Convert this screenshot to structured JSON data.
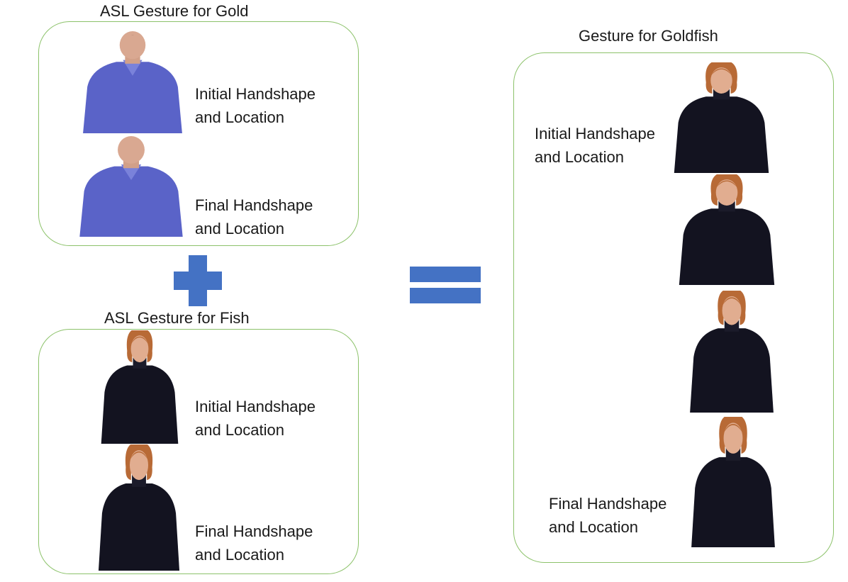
{
  "gold": {
    "title": "ASL Gesture for Gold",
    "initial": {
      "line1": "Initial Handshape",
      "line2": "and Location"
    },
    "final": {
      "line1": "Final Handshape",
      "line2": "and Location"
    }
  },
  "fish": {
    "title": "ASL Gesture for Fish",
    "initial": {
      "line1": "Initial Handshape",
      "line2": "and Location"
    },
    "final": {
      "line1": "Final Handshape",
      "line2": "and Location"
    }
  },
  "goldfish": {
    "title": "Gesture for Goldfish",
    "initial": {
      "line1": "Initial Handshape",
      "line2": "and Location"
    },
    "final": {
      "line1": "Final Handshape",
      "line2": "and Location"
    }
  },
  "operators": {
    "plus": "plus-sign",
    "equals": "equals-sign"
  },
  "colors": {
    "panel_border": "#8cc26a",
    "operator": "#4472c4",
    "man_shirt": "#5a63c8",
    "woman_top": "#131320",
    "hair": "#b86a36",
    "skin": "#e1ad90"
  }
}
